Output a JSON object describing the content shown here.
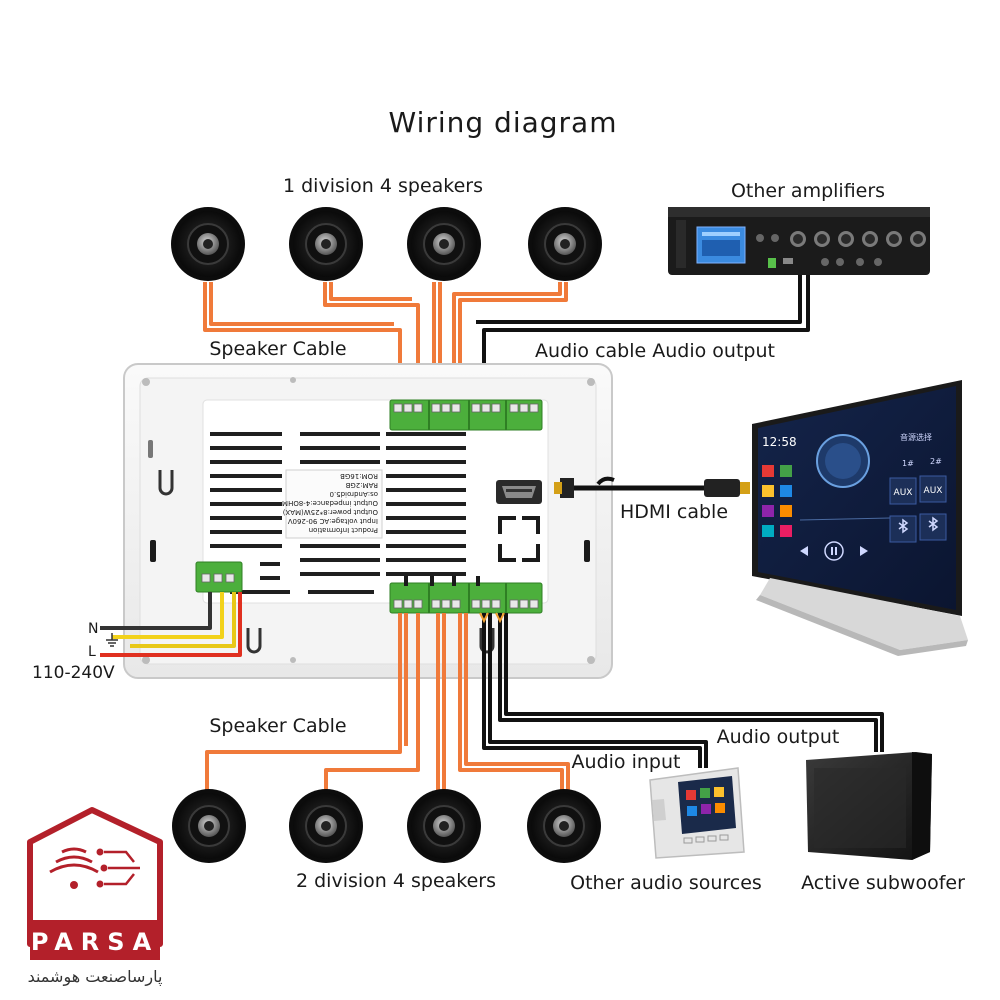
{
  "title": "Wiring diagram",
  "labels": {
    "division1": "1 division 4 speakers",
    "division2": "2 division 4 speakers",
    "speaker_cable_top": "Speaker Cable",
    "speaker_cable_bottom": "Speaker Cable",
    "other_amplifiers": "Other amplifiers",
    "audio_cable_output": "Audio cable Audio output",
    "hdmi_cable": "HDMI cable",
    "audio_input": "Audio input",
    "audio_output": "Audio output",
    "other_audio_sources": "Other audio sources",
    "active_subwoofer": "Active subwoofer",
    "voltage": "110-240V",
    "n_label": "N",
    "l_label": "L"
  },
  "device_label": {
    "lines": [
      "Product Information",
      "Input voltage:AC 90-260V",
      "Output power:8*25W(MAX)",
      "Output impedance:4-8OHM",
      "os:Android5.0",
      "RAM:2GB",
      "ROM:16GB"
    ]
  },
  "tv_screen": {
    "time": "12:58",
    "sidebar_title": "音源选择",
    "channel_1": "1#",
    "channel_2": "2#",
    "aux_1": "AUX",
    "aux_2": "AUX"
  },
  "logo": {
    "brand": "PARSA",
    "tagline": "پارساصنعت هوشمند"
  },
  "colors": {
    "speaker_wire": "#f07a3a",
    "audio_wire": "#111111",
    "terminal_green": "#4caf3c",
    "live_red": "#e03020",
    "neutral_yellow": "#f2d21b",
    "logo_red": "#b3202a"
  }
}
